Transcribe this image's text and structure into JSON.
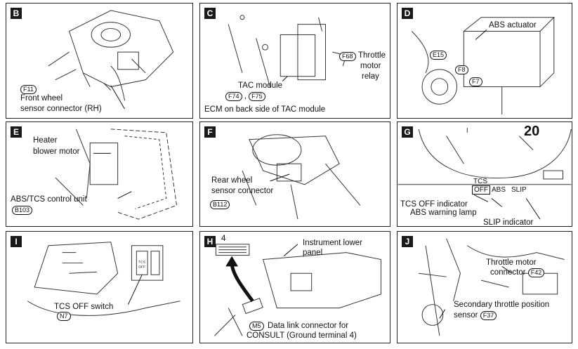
{
  "panels": [
    {
      "id": "B",
      "labels": {
        "code": "F11",
        "line1": "Front wheel",
        "line2": "sensor connector (RH)"
      }
    },
    {
      "id": "C",
      "labels": {
        "tac": "TAC module",
        "code1": "F74",
        "code2": "F75",
        "ecm": "ECM on back side of TAC module",
        "relay_code": "F68",
        "relay1": "Throttle",
        "relay2": "motor",
        "relay3": "relay"
      }
    },
    {
      "id": "D",
      "labels": {
        "abs": "ABS actuator",
        "c1": "E15",
        "c2": "F8",
        "c3": "F7"
      }
    },
    {
      "id": "E",
      "labels": {
        "h1": "Heater",
        "h2": "blower motor",
        "unit": "ABS/TCS control unit",
        "code": "B103"
      }
    },
    {
      "id": "F",
      "labels": {
        "r1": "Rear wheel",
        "r2": "sensor connector",
        "code": "B112"
      }
    },
    {
      "id": "G",
      "labels": {
        "gauge": "20",
        "tcs": "TCS",
        "off": "OFF",
        "abs": "ABS",
        "slip": "SLIP",
        "ind1": "TCS OFF indicator",
        "ind2": "ABS warning lamp",
        "ind3": "SLIP indicator"
      }
    },
    {
      "id": "I",
      "labels": {
        "sw": "TCS OFF switch",
        "code": "N7"
      }
    },
    {
      "id": "H",
      "labels": {
        "pin": "4",
        "p1": "Instrument lower",
        "p2": "panel",
        "code": "M5",
        "d1": "Data link connector for",
        "d2": "CONSULT (Ground terminal 4)"
      }
    },
    {
      "id": "J",
      "labels": {
        "t1": "Throttle motor",
        "t2": "connector",
        "tcode": "F42",
        "s1": "Secondary throttle position",
        "s2": "sensor",
        "scode": "F37"
      }
    }
  ]
}
